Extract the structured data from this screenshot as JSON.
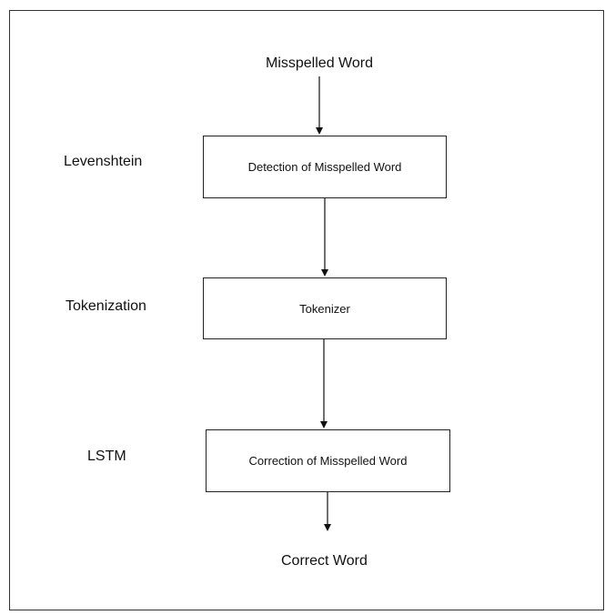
{
  "diagram": {
    "input_label": "Misspelled Word",
    "output_label": "Correct Word",
    "stages": [
      {
        "method": "Levenshtein",
        "process": "Detection of Misspelled Word"
      },
      {
        "method": "Tokenization",
        "process": "Tokenizer"
      },
      {
        "method": "LSTM",
        "process": "Correction of Misspelled Word"
      }
    ]
  }
}
